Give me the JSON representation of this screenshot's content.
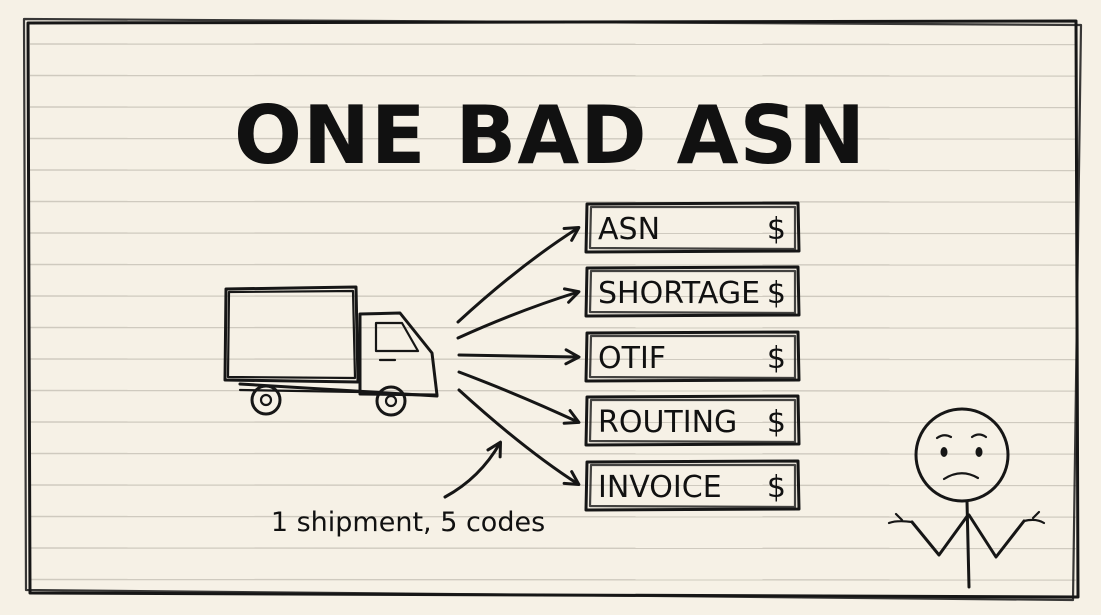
{
  "title": "ONE BAD ASN",
  "caption": "1 shipment, 5 codes",
  "codes": [
    {
      "label": "ASN",
      "symbol": "$"
    },
    {
      "label": "SHORTAGE",
      "symbol": "$"
    },
    {
      "label": "OTIF",
      "symbol": "$"
    },
    {
      "label": "ROUTING",
      "symbol": "$"
    },
    {
      "label": "INVOICE",
      "symbol": "$"
    }
  ],
  "colors": {
    "paper": "#f6f1e6",
    "ink": "#161616",
    "rule_lines": "#cfcabf"
  },
  "icons": [
    "truck-icon",
    "confused-stick-figure-icon",
    "arrow-icon"
  ]
}
